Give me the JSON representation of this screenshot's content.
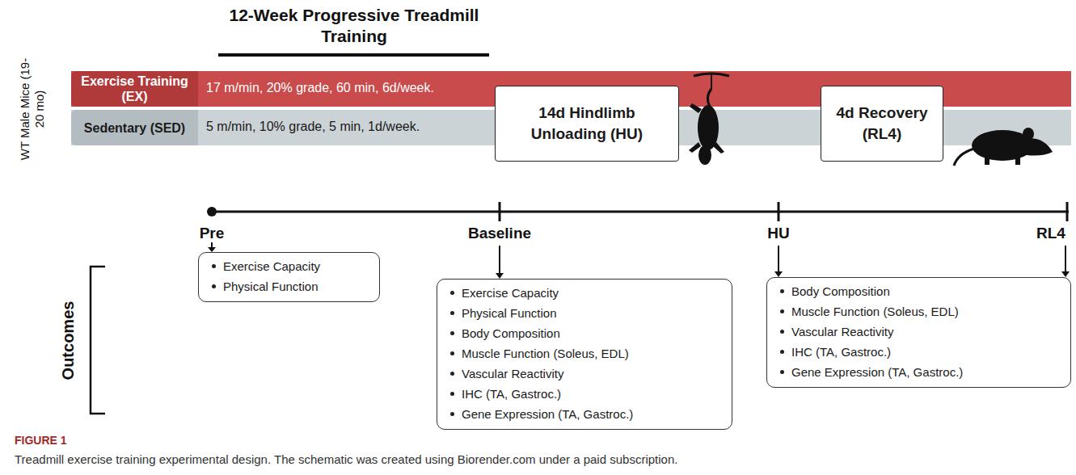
{
  "diagram": {
    "caption": "Treadmill exercise training experimental design. The schematic was created using Biorender.com under a paid subscription.",
    "nodes": [
      {
        "text": [
          "17 m/min, 20% grade, 60 min, 6d/week."
        ]
      },
      {
        "text": [
          "Exercise Training (EX)"
        ],
        "in": 0
      },
      {
        "text": [
          "5 m/min, 10% grade, 5 min, 1d/week."
        ]
      },
      {
        "text": [
          "Sedentary (SED)"
        ],
        "in": 2
      },
      {
        "text": [
          "14d Hindlimb Unloading (HU)"
        ]
      },
      {
        "text": [
          "4d Recovery (RL4)"
        ]
      },
      {
        "text": [
          "Exercise Capacity",
          "Physical Function"
        ]
      },
      {
        "text": [
          "Exercise Capacity",
          "Physical Function",
          "Body Composition",
          "Muscle Function (Soleus, EDL)",
          "Vascular Reactivity",
          "IHC (TA, Gastroc.)",
          "Gene Expression (TA, Gastroc.)"
        ]
      },
      {
        "text": [
          "Body Composition",
          "Muscle Function (Soleus, EDL)",
          "Vascular Reactivity",
          "IHC (TA, Gastroc.)",
          "Gene Expression (TA, Gastroc.)"
        ]
      }
    ],
    "labels": [
      "12-Week Progressive Treadmill Training",
      "WT Male Mice (19-20 mo)",
      "Pre",
      "Baseline",
      "HU",
      "RL4",
      "Outcomes",
      "FIGURE 1"
    ]
  }
}
